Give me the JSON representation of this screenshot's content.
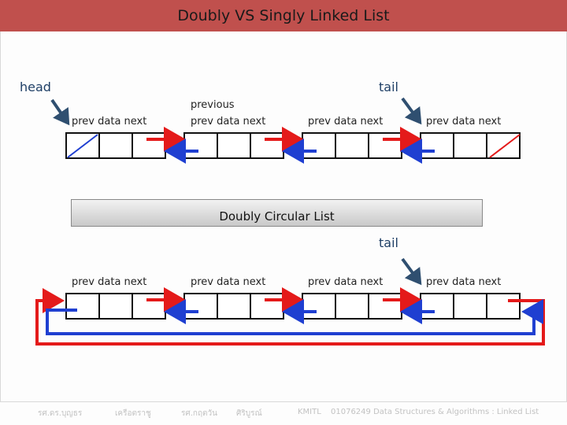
{
  "title": "Doubly VS Singly Linked List",
  "labels": {
    "head": "head",
    "tail_top": "tail",
    "tail_bottom": "tail",
    "previous": "previous",
    "fields": "prev data next"
  },
  "banner": "Doubly Circular List",
  "footer": {
    "author1": "รศ.ดร.บุญธร",
    "author1_b": "เครือตราชู",
    "author2": "รศ.กฤตวัน",
    "author2_b": "ศิริบูรณ์",
    "org": "KMITL",
    "course": "01076249 Data Structures & Algorithms : Linked List"
  },
  "colors": {
    "title_bg": "#c0504d",
    "next_arrow": "#e41a1a",
    "prev_arrow": "#1f3fd1",
    "pointer_arrow": "#2f4f70",
    "null_slash_head": "#1f3fd1",
    "null_slash_tail": "#e41a1a"
  }
}
